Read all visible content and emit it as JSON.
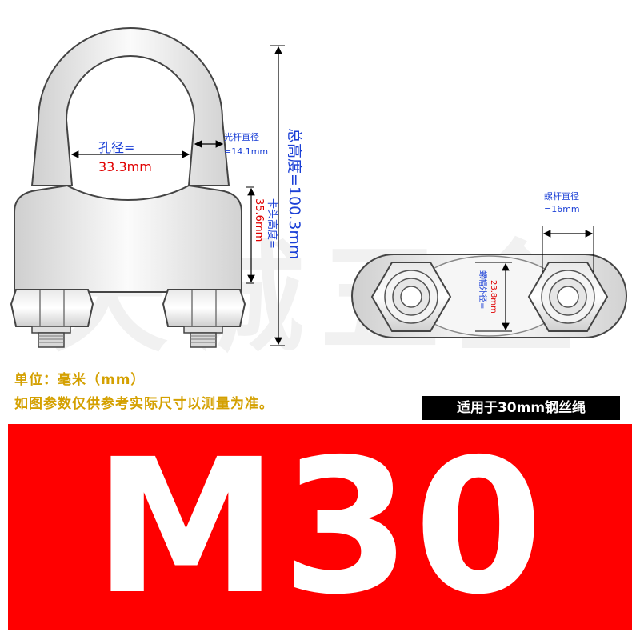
{
  "watermark": "天诚五金",
  "labels": {
    "hole_diameter_label": "孔径=",
    "hole_diameter_value": "33.3mm",
    "shank_diameter_label": "光杆直径",
    "shank_diameter_value": "=14.1mm",
    "total_height": "总高度=100.3mm",
    "clamp_height_label": "卡头高度=",
    "clamp_height_value": "35.6mm",
    "bolt_diameter_label": "螺杆直径",
    "bolt_diameter_value": "=16mm",
    "nut_outer_label": "螺帽外径=",
    "nut_outer_value": "23.8mm"
  },
  "notes": {
    "unit": "单位：毫米（mm）",
    "disclaimer": "如图参数仅供参考实际尺寸以测量为准。"
  },
  "badge": "适用于30mm钢丝绳",
  "model": "M30",
  "colors": {
    "banner": "#ff0000",
    "dimension_blue": "#1a3fd6",
    "dimension_red": "#e00000",
    "note_yellow": "#d4a000",
    "badge_bg": "#000000"
  }
}
